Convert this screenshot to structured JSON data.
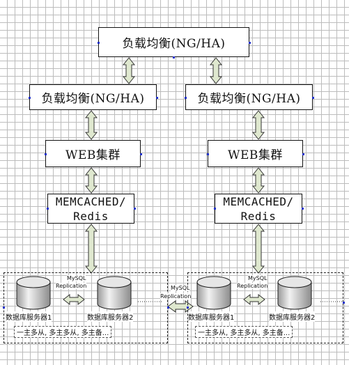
{
  "top_lb": {
    "label": "负载均衡(NG/HA)"
  },
  "left_lb": {
    "label": "负载均衡(NG/HA)"
  },
  "right_lb": {
    "label": "负载均衡(NG/HA)"
  },
  "left_web": {
    "label": "WEB集群"
  },
  "right_web": {
    "label": "WEB集群"
  },
  "left_cache": {
    "line1": "MEMCACHED/",
    "line2": "Redis"
  },
  "right_cache": {
    "line1": "MEMCACHED/",
    "line2": "Redis"
  },
  "left_cluster": {
    "replication_line1": "MySQL",
    "replication_line2": "Replication",
    "db1": "数据库服务器1",
    "db2": "数据库服务器2",
    "mode": "一主多从, 多主多从, 多主备..."
  },
  "center": {
    "replication_line1": "MySQL",
    "replication_line2": "Replication"
  },
  "right_cluster": {
    "replication_line1": "MySQL",
    "replication_line2": "Replication",
    "db1": "数据库服务器1",
    "db2": "数据库服务器2",
    "mode": "一主多从, 多主多从, 多主备..."
  },
  "colors": {
    "arrow_fill": "#dfe8cf",
    "cylinder_fill": "#d9d9d9",
    "handle": "#2233cc"
  }
}
